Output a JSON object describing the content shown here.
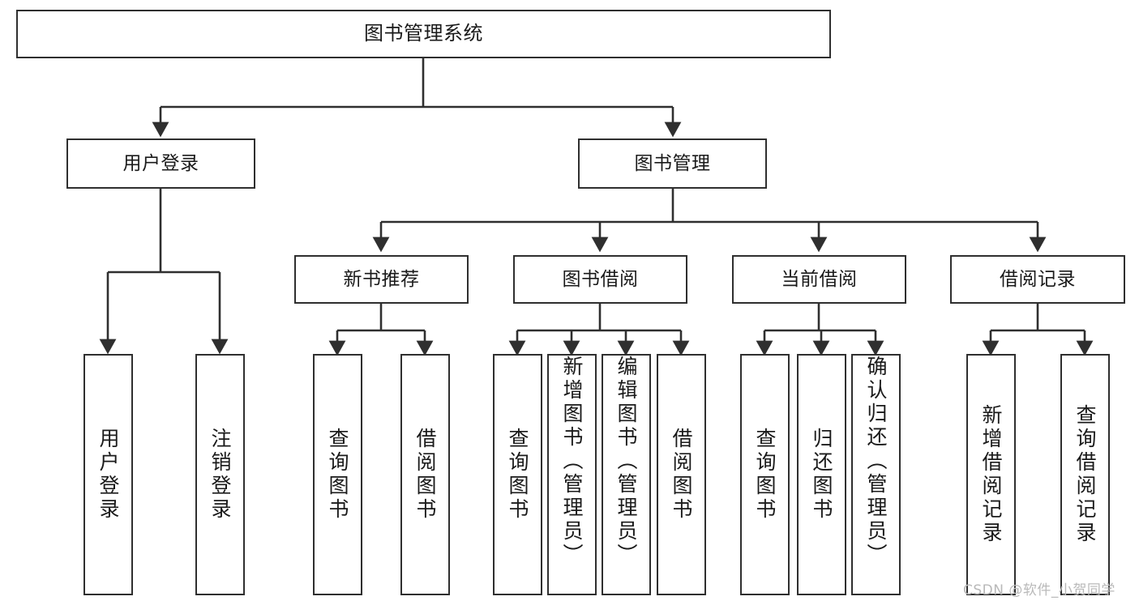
{
  "diagram": {
    "type": "tree",
    "title": "图书管理系统",
    "root": {
      "label": "图书管理系统"
    },
    "level2": [
      {
        "label": "用户登录"
      },
      {
        "label": "图书管理"
      }
    ],
    "level3": [
      {
        "label": "新书推荐"
      },
      {
        "label": "图书借阅"
      },
      {
        "label": "当前借阅"
      },
      {
        "label": "借阅记录"
      }
    ],
    "leaves": {
      "user_login": [
        {
          "label": "用户登录"
        },
        {
          "label": "注销登录"
        }
      ],
      "new_book_recommend": [
        {
          "label": "查询图书"
        },
        {
          "label": "借阅图书"
        }
      ],
      "book_borrow": [
        {
          "label": "查询图书"
        },
        {
          "label": "新增图书（管理员）"
        },
        {
          "label": "编辑图书（管理员）"
        },
        {
          "label": "借阅图书"
        }
      ],
      "current_borrow": [
        {
          "label": "查询图书"
        },
        {
          "label": "归还图书"
        },
        {
          "label": "确认归还（管理员）"
        }
      ],
      "borrow_record": [
        {
          "label": "新增借阅记录"
        },
        {
          "label": "查询借阅记录"
        }
      ]
    }
  },
  "watermark": {
    "text": "CSDN @软件_小贺同学"
  },
  "colors": {
    "background": "#ffffff",
    "node_border": "#2f2f2f",
    "node_fill": "#ffffff",
    "edge": "#2f2f2f",
    "text": "#1a1a1a",
    "watermark": "#b9b9b9"
  }
}
